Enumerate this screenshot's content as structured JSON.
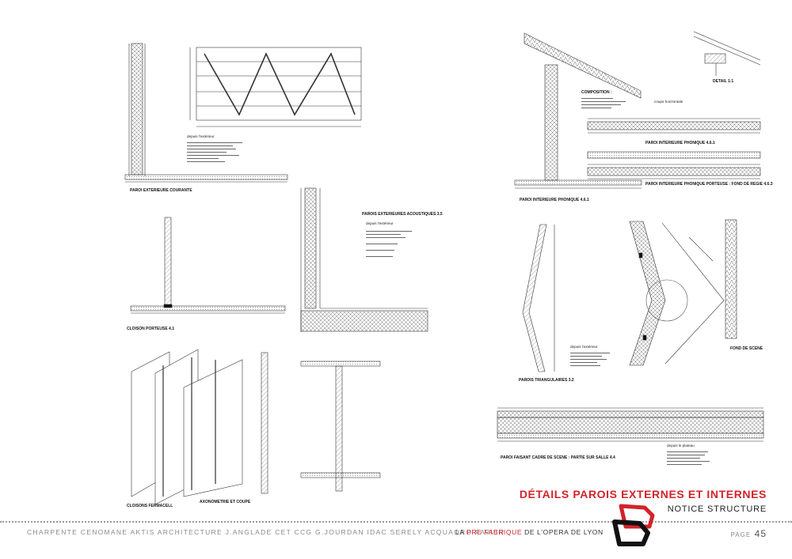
{
  "labels": {
    "paroi_ext": "PAROI EXTERIEURE COURANTE",
    "cloison": "CLOISON PORTEUSE   4.1",
    "paroi_acou": "PAROIS EXTERIEURES ACOUSTIQUES  3.5",
    "depuis_ext_1": "depuis l'extérieur",
    "depuis_ext_2": "depuis l'extérieur",
    "depuis_ext_3": "depuis l'extérieur",
    "cloisons_fermacell": "CLOISONS FERMACELL",
    "axono": "AXONOMETRIE ET COUPE",
    "composition": "COMPOSITION :",
    "coupe_horiz": "coupe horizontale",
    "paroi_int_ph": "PAROI INTERIEURE PHONIQUE  4.6.1",
    "paroi_int_ph2": "PAROI INTERIEURE PHONIQUE  PORTEUSE : FOND DE REGIE  4.6.3",
    "paroi_int_ph_left": "PAROI INTERIEURE PHONIQUE  4.6.1",
    "detail": "DETAIL  1:1",
    "parois_tri": "PAROIS TRIANGULAIRES 3.2",
    "fond_scene": "FOND DE SCENE",
    "cadre_scene": "PAROI FAISANT CADRE DE SCENE :  PARTIE SUR SALLE   4.4",
    "depuis_plateau": "depuis le plateau"
  },
  "header": {
    "title": "DÉTAILS PAROIS EXTERNES ET INTERNES",
    "subtitle": "NOTICE STRUCTURE"
  },
  "footer": {
    "partners": "CHARPENTE CENOMANE   AKTIS ARCHITECTURE   J.ANGLADE   CET   CCG   G.JOURDAN   IDAC   SERELY   ACQUAORO FAVIER",
    "project_prefix": "LA ",
    "project_accent": "PRE FABRIQUE",
    "project_suffix": " DE L'OPERA DE LYON",
    "page_label": "PAGE",
    "page_number": "45"
  },
  "colors": {
    "accent": "#d2232a",
    "gray": "#8a8a8a",
    "ink": "#222222"
  },
  "icons": {
    "logo": "opera-logo-icon"
  }
}
